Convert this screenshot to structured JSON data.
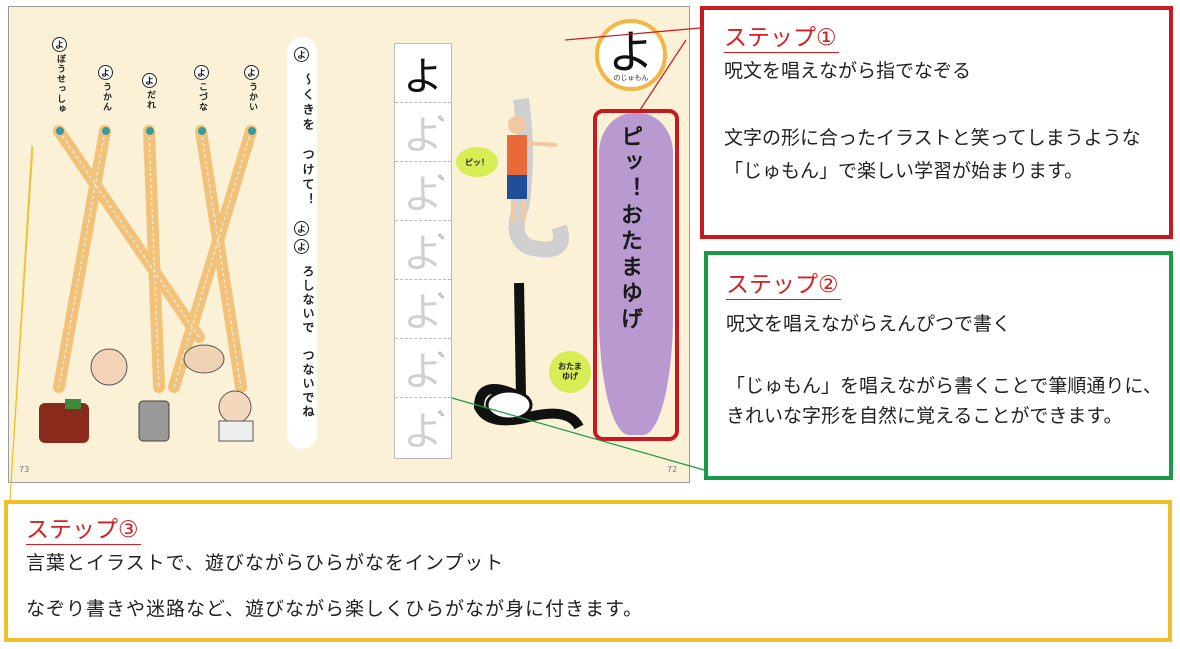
{
  "spread": {
    "page_left": "73",
    "page_right": "72",
    "maze": {
      "start_char": "よ",
      "columns": [
        {
          "label": "ぼうせっしゅ"
        },
        {
          "label": "うかん"
        },
        {
          "label": "だれ"
        },
        {
          "label": "こづな"
        },
        {
          "label": "うかい"
        }
      ]
    },
    "left_phrase_char1": "よ",
    "left_phrase_text1": "〜くきを　つけて！",
    "left_phrase_char2": "よ",
    "left_phrase_char3": "よ",
    "left_phrase_text2": "ろしないで　つないでね",
    "trace_cells": [
      "よ",
      "よ",
      "よ",
      "よ",
      "よ",
      "よ",
      "よ"
    ],
    "big_char": "よ",
    "big_char_sub": "のじゅもん",
    "jumon": "ピッ！おたまゆげ",
    "bubble1": "ピッ！",
    "bubble2": "おたまゆげ"
  },
  "step1": {
    "title": "ステップ①",
    "lead": "呪文を唱えながら指でなぞる",
    "body": "文字の形に合ったイラストと笑ってしまうような「じゅもん」で楽しい学習が始まります。"
  },
  "step2": {
    "title": "ステップ②",
    "lead": "呪文を唱えながらえんぴつで書く",
    "body": "「じゅもん」を唱えながら書くことで筆順通りに、きれいな字形を自然に覚えることができます。"
  },
  "step3": {
    "title": "ステップ③",
    "lead": "言葉とイラストで、遊びながらひらがなをインプット",
    "body": "なぞり書きや迷路など、遊びながら楽しくひらがなが身に付きます。"
  },
  "colors": {
    "step1": "#c71a20",
    "step2": "#1a9a48",
    "step3": "#f0bf2a",
    "accent_text": "#d42020"
  }
}
